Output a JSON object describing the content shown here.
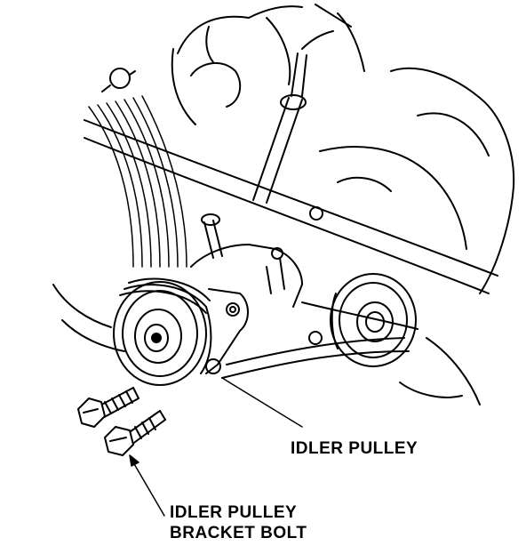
{
  "labels": {
    "idler_pulley": "IDLER PULLEY",
    "bracket_bolt_line1": "IDLER PULLEY",
    "bracket_bolt_line2": "BRACKET BOLT"
  },
  "colors": {
    "ink": "#000000",
    "paper": "#ffffff"
  }
}
